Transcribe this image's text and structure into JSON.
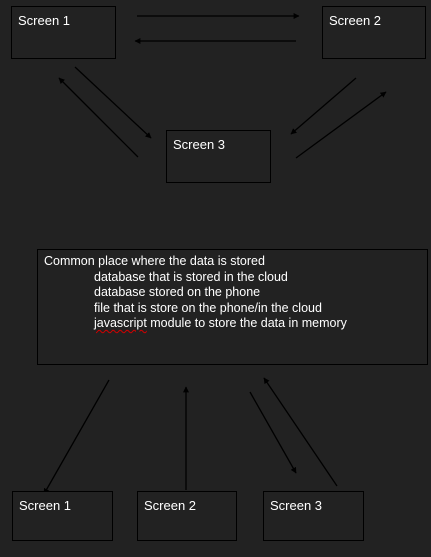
{
  "colors": {
    "background": "#222222",
    "box_border": "#000000",
    "text": "#ffffff",
    "spelling_underline": "#d40000"
  },
  "top_screens": {
    "screen1": "Screen 1",
    "screen2": "Screen 2",
    "screen3": "Screen 3"
  },
  "data_store": {
    "title": "Common place where the data is stored",
    "items": [
      {
        "prefix": "",
        "flagged": "",
        "suffix": "database that is stored in the cloud"
      },
      {
        "prefix": "",
        "flagged": "",
        "suffix": "database stored on the phone"
      },
      {
        "prefix": "",
        "flagged": "",
        "suffix": "file that is store on the phone/in the cloud"
      },
      {
        "prefix": "",
        "flagged": "javascript",
        "suffix": " module to store the data in memory"
      }
    ]
  },
  "bottom_screens": {
    "screen1": "Screen 1",
    "screen2": "Screen 2",
    "screen3": "Screen 3"
  }
}
